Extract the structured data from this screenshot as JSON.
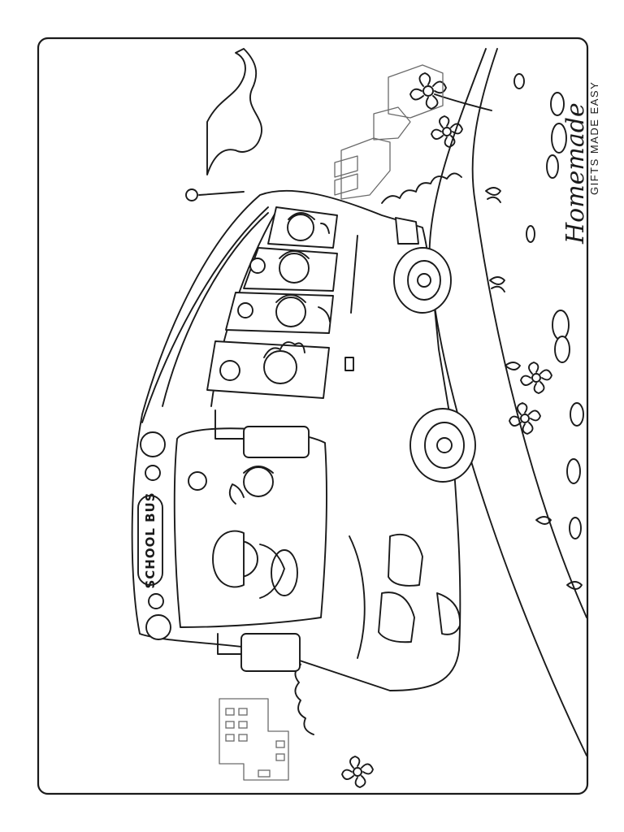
{
  "bus": {
    "sign_text": "SCHOOL BUS"
  },
  "brand": {
    "name": "Homemade",
    "tagline": "GIFTS MADE EASY"
  },
  "icons": [
    "flag-icon",
    "flower-icon",
    "stone-icon",
    "bush-icon",
    "building-icon"
  ],
  "colors": {
    "line": "#1a1a1a",
    "background": "#ffffff",
    "light_line": "#6a6a6a"
  }
}
